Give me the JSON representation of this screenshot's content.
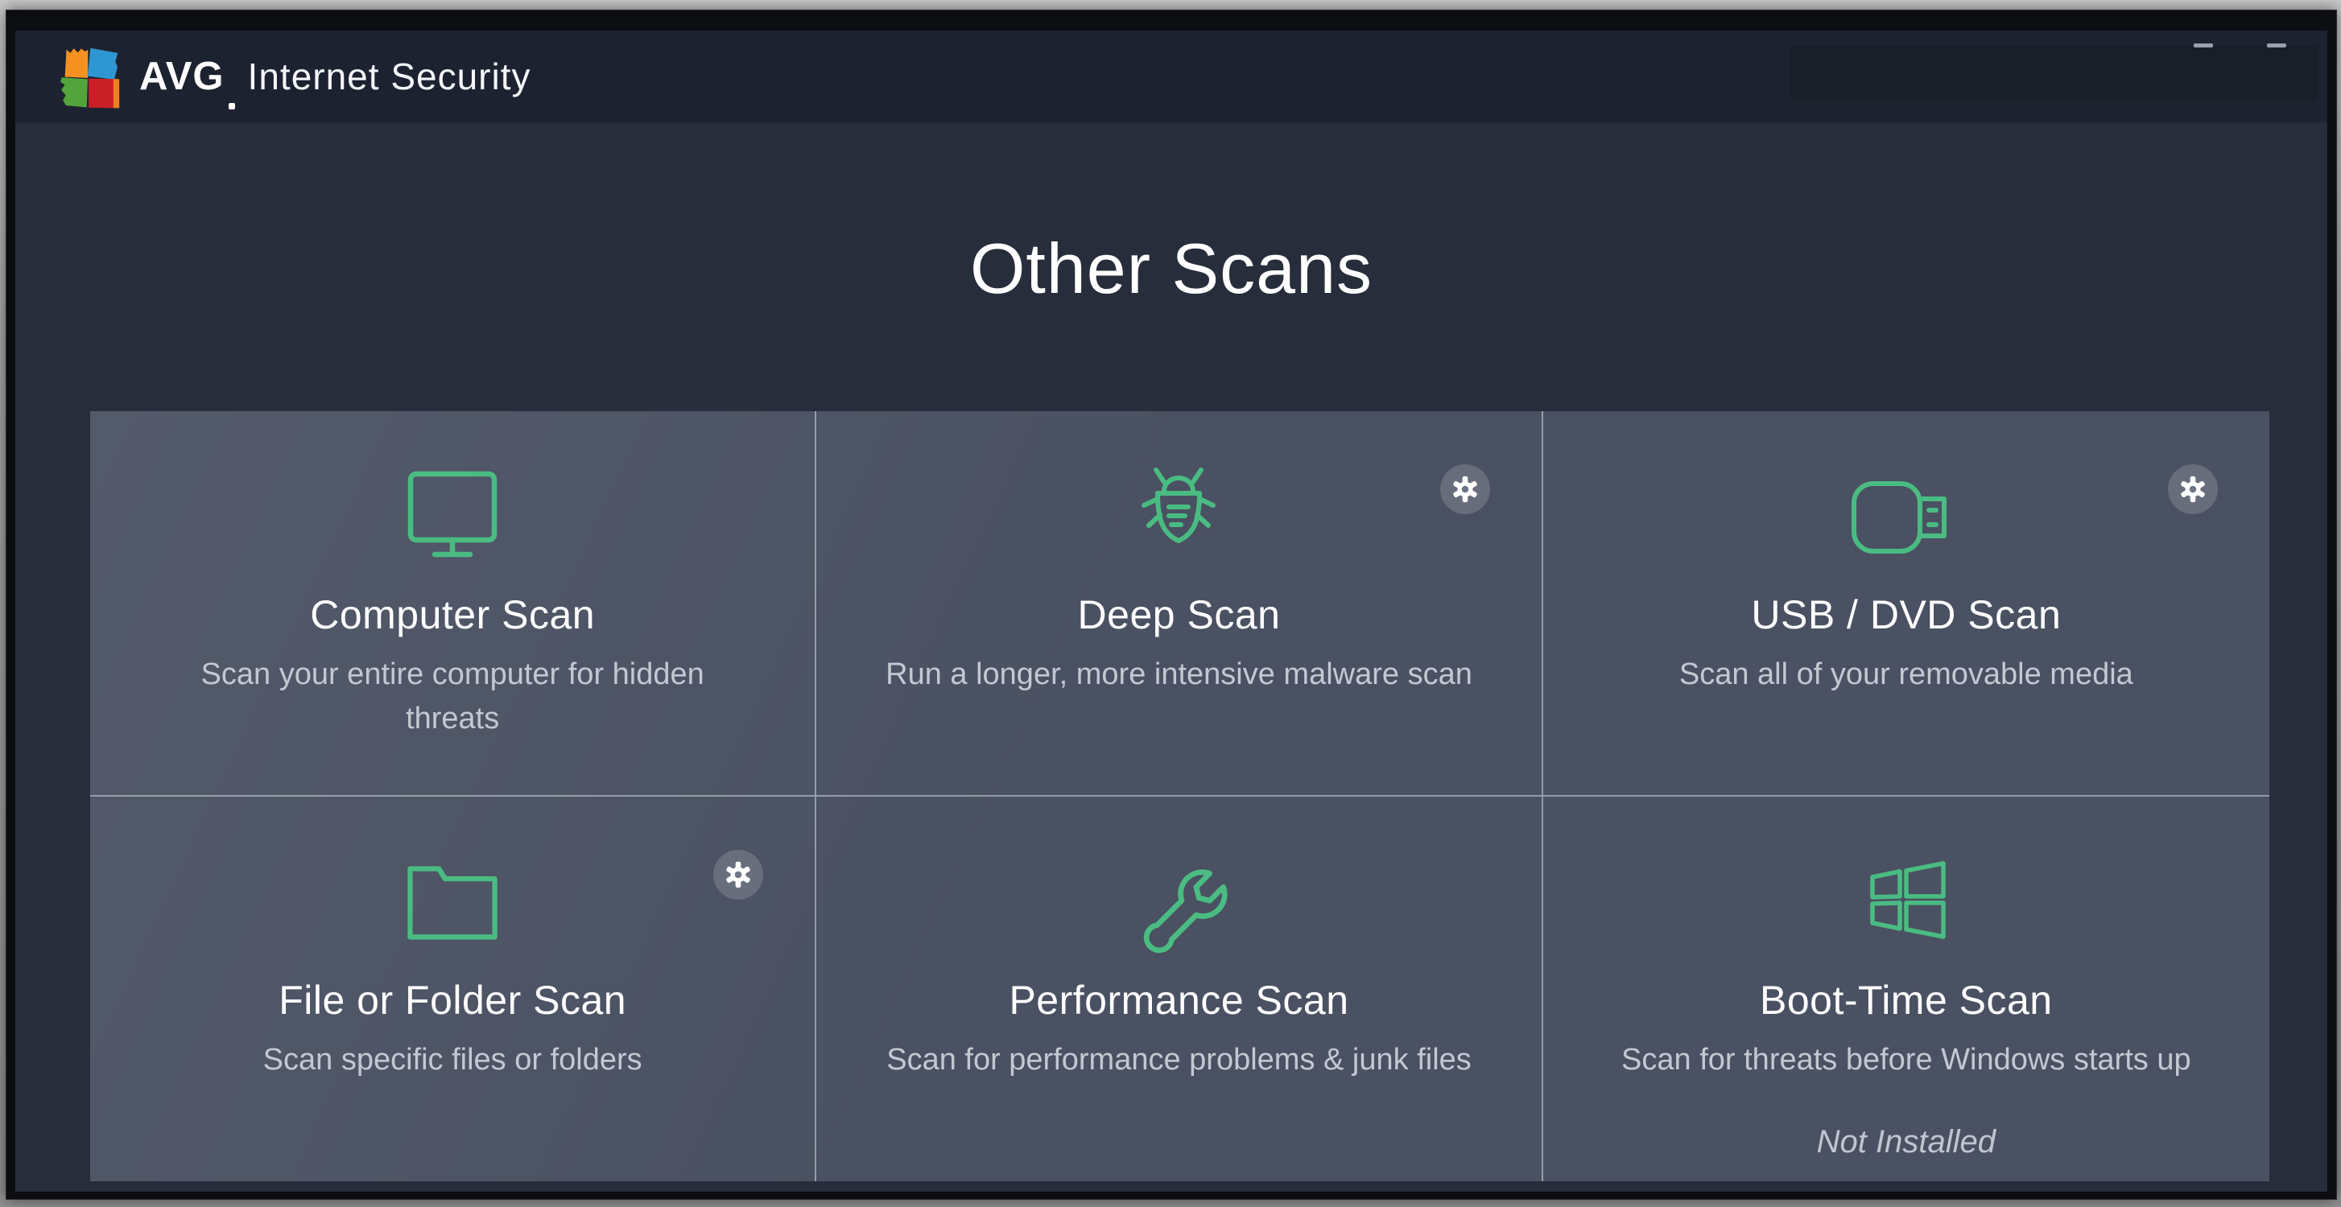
{
  "window": {
    "titlebar": {
      "brand": "AVG",
      "product": "Internet Security"
    }
  },
  "page": {
    "title": "Other Scans"
  },
  "tiles": [
    {
      "title": "Computer Scan",
      "description": "Scan your entire computer for hidden threats",
      "icon": "monitor-icon",
      "has_settings": false
    },
    {
      "title": "Deep Scan",
      "description": "Run a longer, more intensive malware scan",
      "icon": "bug-icon",
      "has_settings": true
    },
    {
      "title": "USB / DVD Scan",
      "description": "Scan all of your removable media",
      "icon": "usb-drive-icon",
      "has_settings": true
    },
    {
      "title": "File or Folder Scan",
      "description": "Scan specific files or folders",
      "icon": "folder-icon",
      "has_settings": true
    },
    {
      "title": "Performance Scan",
      "description": "Scan for performance problems & junk files",
      "icon": "wrench-icon",
      "has_settings": false
    },
    {
      "title": "Boot-Time Scan",
      "description": "Scan for threats before Windows starts up",
      "icon": "windows-icon",
      "has_settings": false,
      "status": "Not Installed"
    }
  ],
  "colors": {
    "accent-green": "#4abc82",
    "titlebar-bg": "#1d2230",
    "content-bg": "#272d3a",
    "tile-bg": "#4a5162",
    "divider": "#878c96",
    "text-primary": "#ffffff",
    "text-secondary": "#c3c8d3"
  }
}
